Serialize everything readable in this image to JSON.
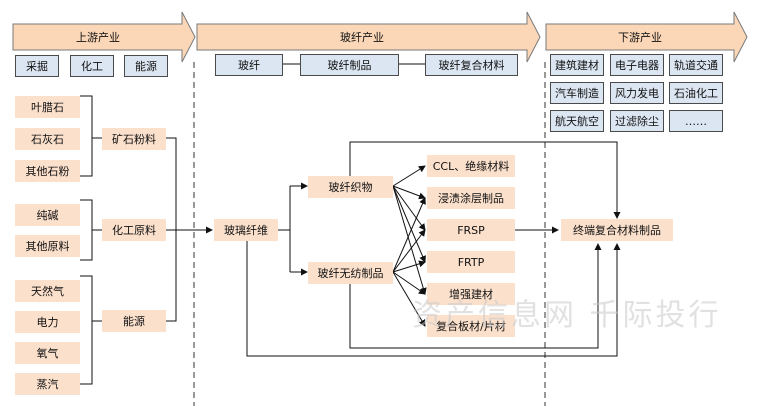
{
  "bands": {
    "upstream": "上游产业",
    "midstream": "玻纤产业",
    "downstream": "下游产业"
  },
  "upstream_top": [
    "采掘",
    "化工",
    "能源"
  ],
  "mid_top": [
    "玻纤",
    "玻纤制品",
    "玻纤复合材料"
  ],
  "downstream_grid": [
    [
      "建筑建材",
      "电子电器",
      "轨道交通"
    ],
    [
      "汽车制造",
      "风力发电",
      "石油化工"
    ],
    [
      "航天航空",
      "过滤除尘",
      "……"
    ]
  ],
  "raw_minerals": [
    "叶腊石",
    "石灰石",
    "其他石粉"
  ],
  "raw_chemicals": [
    "纯碱",
    "其他原料"
  ],
  "raw_energy": [
    "天然气",
    "电力",
    "氧气",
    "蒸汽"
  ],
  "categories": {
    "minerals": "矿石粉料",
    "chemicals": "化工原料",
    "energy": "能源"
  },
  "glass_fiber": "玻璃纤维",
  "fabrics": {
    "woven": "玻纤织物",
    "nonwoven": "玻纤无纺制品"
  },
  "products": [
    "CCL、绝缘材料",
    "浸渍涂层制品",
    "FRSP",
    "FRTP",
    "增强建材",
    "复合板材/片材"
  ],
  "final": "终端复合材料制品",
  "watermark": "资产信息网 千际投行",
  "colors": {
    "band_fill": "#fbd7b7",
    "box_blue": "#dce6f2",
    "box_peach": "#fbe0cc",
    "line": "#111111"
  }
}
